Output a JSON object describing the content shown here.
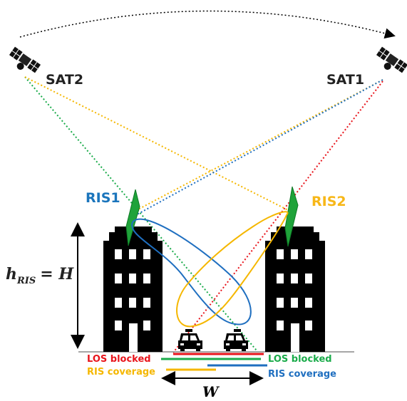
{
  "labels": {
    "sat2": "SAT2",
    "sat1": "SAT1",
    "ris1": "RIS1",
    "ris2": "RIS2",
    "h_ris_base": "h",
    "h_ris_sub": "RIS",
    "h_ris_eq": "= H",
    "width": "W",
    "left_los": "LOS blocked",
    "left_ris": "RIS coverage",
    "right_los": "LOS blocked",
    "right_ris": "RIS coverage"
  },
  "colors": {
    "red": "#e8141b",
    "green": "#1aab4a",
    "yellow": "#f5b700",
    "blue": "#1f6fc0",
    "ris_blue": "#1b75bc",
    "ris_yellow": "#f7b718",
    "building": "#000000",
    "ris_panel": "#1fa33a"
  },
  "icons": [
    "satellite-icon",
    "building-icon",
    "car-icon",
    "ris-panel-icon"
  ]
}
